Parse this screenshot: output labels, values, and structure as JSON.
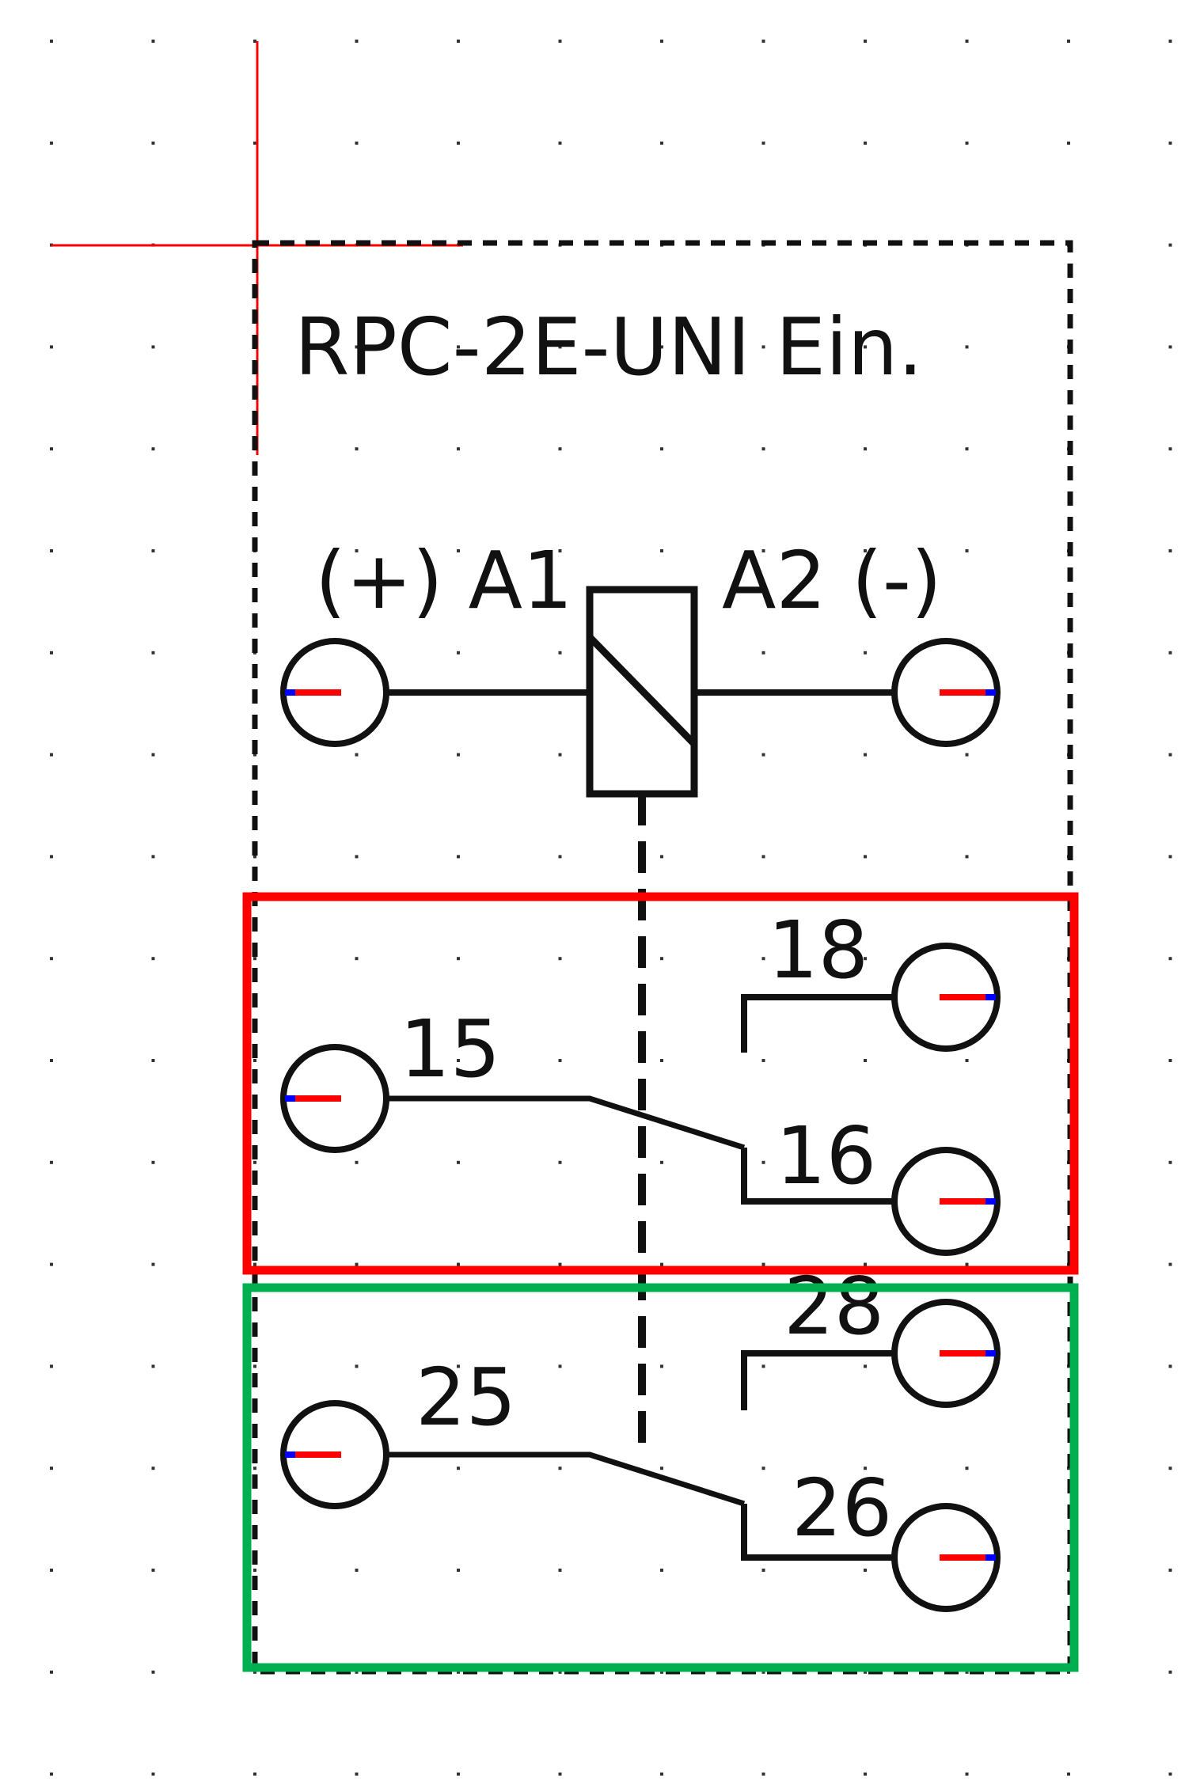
{
  "component": {
    "title": "RPC-2E-UNI Ein."
  },
  "coil": {
    "a1_label": "(+) A1",
    "a2_label": "A2 (-)"
  },
  "contacts": [
    {
      "common": "15",
      "no": "16",
      "nc": "18"
    },
    {
      "common": "25",
      "no": "26",
      "nc": "28"
    }
  ],
  "colors": {
    "background": "#ffffff",
    "grid_dot": "#333333",
    "line": "#111111",
    "origin_marker": "#ff0000",
    "highlight_1": "#ff0000",
    "highlight_2": "#00b050",
    "pin_red": "#ff0000",
    "pin_blue": "#0000ff"
  }
}
